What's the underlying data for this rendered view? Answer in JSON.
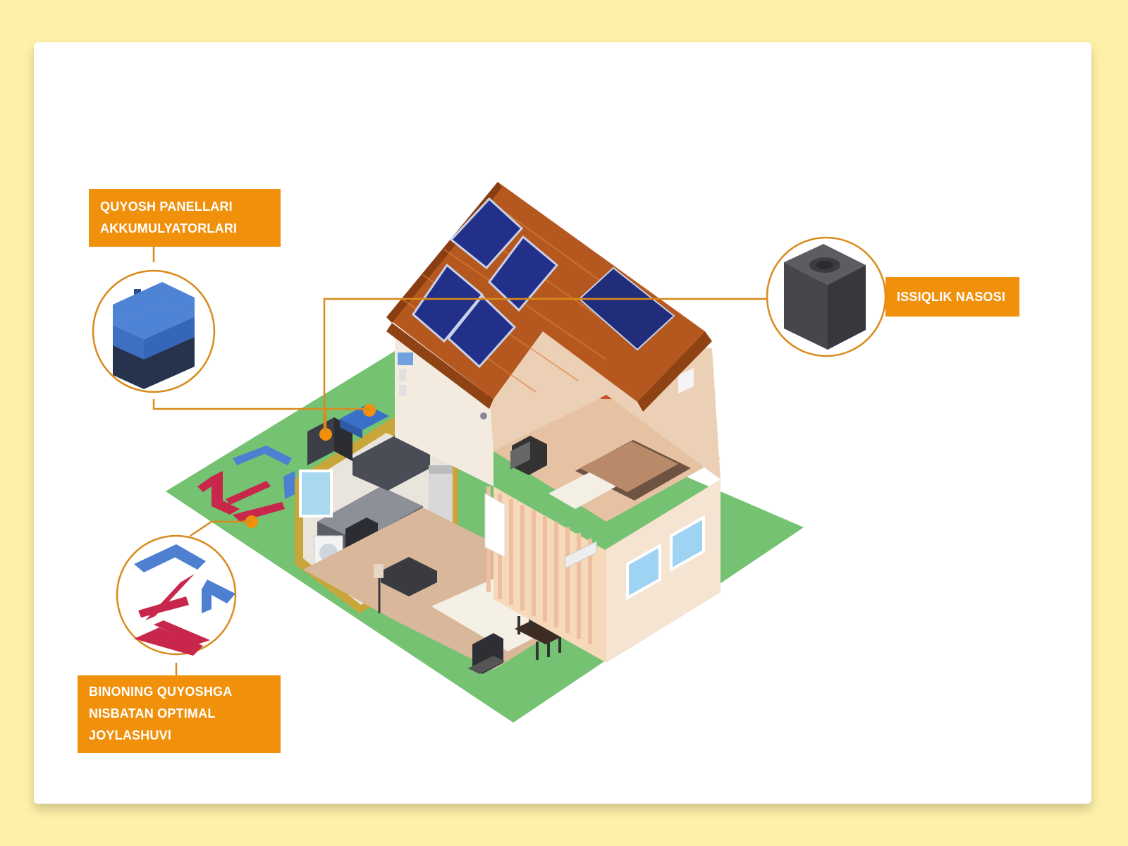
{
  "labels": {
    "solar": [
      "QUYOSH PANELLARI",
      "AKKUMULYATORLARI"
    ],
    "heat_pump": [
      "ISSIQLIK NASOSI"
    ],
    "orientation": [
      "BINONING QUYOSHGA",
      "NISBATAN OPTIMAL",
      "JOYLASHUVI"
    ]
  },
  "colors": {
    "background": "#fdf0a8",
    "card": "#ffffff",
    "label": "#f0900b",
    "callout_line": "#d98a1a",
    "lawn": "#74c272",
    "roof": "#b5581f",
    "solar_panel": "#23308a",
    "battery": "#4f83d6",
    "heat_pump": "#4a4c52"
  },
  "icons": [
    "battery-icon",
    "heat-pump-icon",
    "orientation-arrows-icon",
    "solar-panel-icon",
    "house-illustration"
  ]
}
